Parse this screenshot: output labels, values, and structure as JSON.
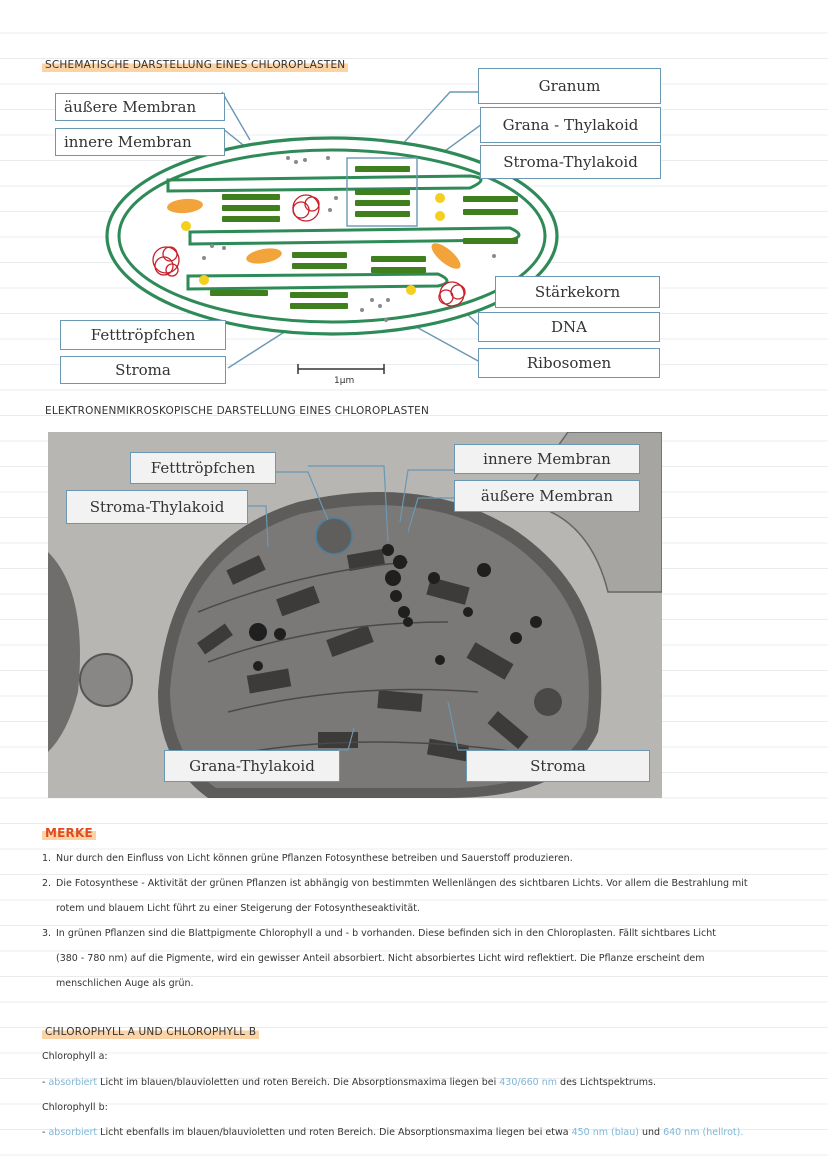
{
  "schema": {
    "heading": "SCHEMATISCHE DARSTELLUNG EINES CHLOROPLASTEN",
    "labels": {
      "aeussere_membran": "äußere Membran",
      "innere_membran": "innere Membran",
      "granum": "Granum",
      "grana_thylakoid": "Grana - Thylakoid",
      "stroma_thylakoid": "Stroma-Thylakoid",
      "staerkekorn": "Stärkekorn",
      "dna": "DNA",
      "ribosomen": "Ribosomen",
      "fetttroepfchen": "Fetttröpfchen",
      "stroma": "Stroma"
    },
    "scale": "1µm",
    "colors": {
      "membrane": "#2e8a57",
      "grana": "#3f7f1e",
      "starch": "#f2a33a",
      "lipid": "#f5cf1e",
      "dna": "#c8202a",
      "label_border": "#6a98b3"
    }
  },
  "micrograph": {
    "heading": "ELEKTRONENMIKROSKOPISCHE DARSTELLUNG EINES CHLOROPLASTEN",
    "labels": {
      "fetttroepfchen": "Fetttröpfchen",
      "stroma_thylakoid": "Stroma-Thylakoid",
      "innere_membran": "innere Membran",
      "aeussere_membran": "äußere Membran",
      "grana_thylakoid": "Grana-Thylakoid",
      "stroma": "Stroma"
    }
  },
  "merke": {
    "heading": "MERKE",
    "items": [
      {
        "num": "1.",
        "lines": [
          "Nur durch den Einfluss von Licht können grüne Pflanzen Fotosynthese betreiben und Sauerstoff produzieren."
        ]
      },
      {
        "num": "2.",
        "lines": [
          "Die Fotosynthese - Aktivität der grünen Pflanzen ist abhängig von bestimmten Wellenlängen des sichtbaren Lichts. Vor allem die Bestrahlung mit",
          "rotem und blauem Licht führt zu einer Steigerung der Fotosyntheseaktivität."
        ]
      },
      {
        "num": "3.",
        "lines": [
          "In grünen Pflanzen sind die Blattpigmente Chlorophyll a und - b vorhanden. Diese befinden sich in den Chloroplasten. Fällt sichtbares Licht",
          "(380 - 780 nm) auf die Pigmente, wird ein gewisser Anteil absorbiert. Nicht absorbiertes Licht wird reflektiert. Die Pflanze erscheint dem",
          "menschlichen Auge als grün."
        ]
      }
    ]
  },
  "chlorophyll": {
    "heading": "CHLOROPHYLL A UND CHLOROPHYLL B",
    "a_title": "Chlorophyll a:",
    "a_dash": "-",
    "a_kw": "absorbiert",
    "a_text": "Licht im blauen/blauvioletten und roten Bereich. Die Absorptionsmaxima liegen bei",
    "a_values": "430/660 nm",
    "a_text2": "des Lichtspektrums.",
    "b_title": "Chlorophyll b:",
    "b_dash": "-",
    "b_kw": "absorbiert",
    "b_text": "Licht ebenfalls im blauen/blauvioletten und roten Bereich. Die Absorptionsmaxima liegen bei etwa",
    "b_v1": "450 nm (blau)",
    "b_and": "und",
    "b_v2": "640 nm (hellrot)."
  }
}
